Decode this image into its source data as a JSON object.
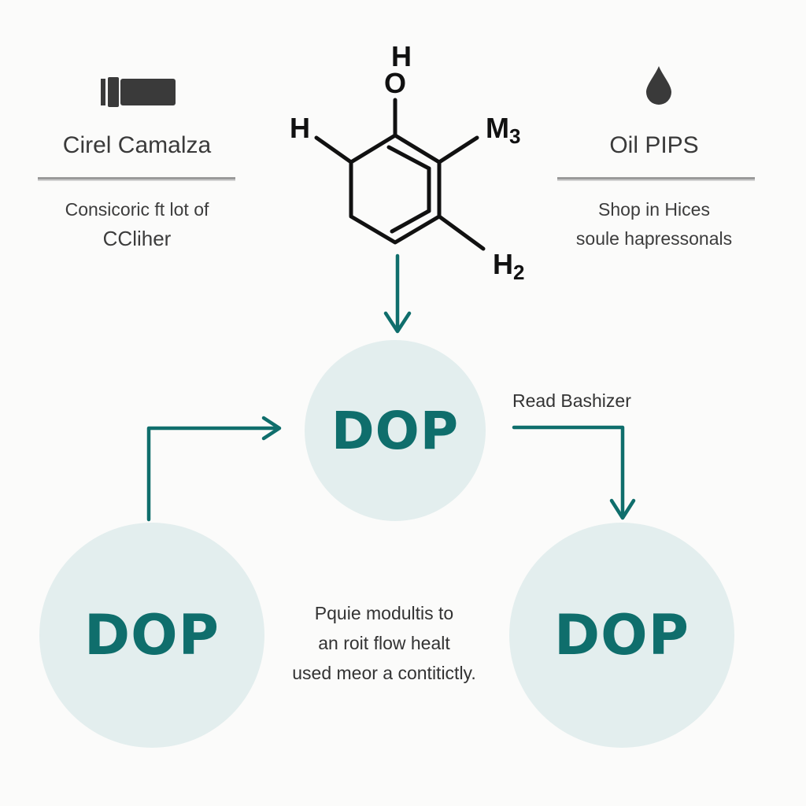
{
  "left_panel": {
    "icon": "cylinder-connector-icon",
    "title": "Cirel Camalza",
    "caption_line1": "Consicoric ft lot of",
    "caption_line2": "CCliher"
  },
  "right_panel": {
    "icon": "oil-drop-icon",
    "title": "Oil PIPS",
    "caption_line1": "Shop in Hices",
    "caption_line2": "soule hapressonals"
  },
  "molecule": {
    "label_top_h": "H",
    "label_top_o": "O",
    "label_left": "H",
    "label_right_top": "M3",
    "label_right_bottom": "H2"
  },
  "nodes": {
    "top": "DOP",
    "left": "DOP",
    "right": "DOP"
  },
  "flow_label": "Read Bashizer",
  "description": {
    "line1": "Pquie modultis to",
    "line2": "an roit flow healt",
    "line3": "used meor a contitictly."
  },
  "colors": {
    "accent": "#0f6e6c",
    "node_fill": "#e3eeee",
    "structure": "#111111"
  }
}
